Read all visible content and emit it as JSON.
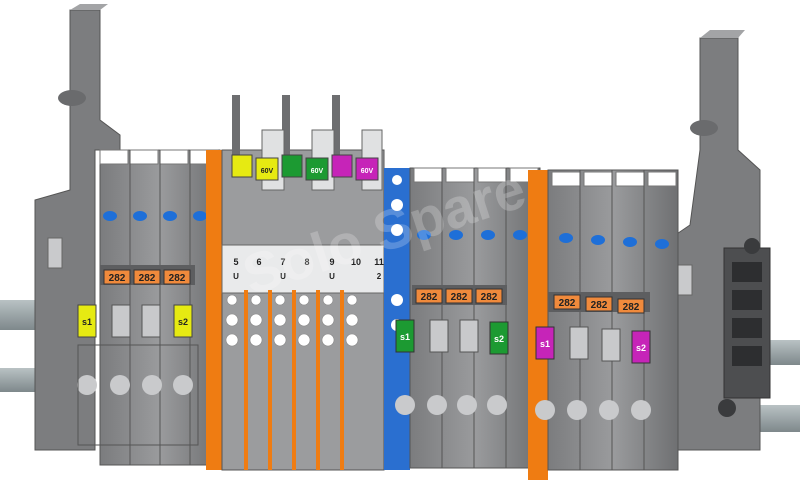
{
  "image": {
    "description_tags": [
      "din-rail-terminal-block-assembly",
      "3d-render"
    ],
    "watermark_text": "Solo Spare",
    "colors": {
      "housing": "#8a8b8c",
      "housing_dark": "#5d5e60",
      "separator_orange": "#ef7c12",
      "separator_blue": "#2a6fd0",
      "marker_yellow": "#e6ea12",
      "marker_green": "#1c9a32",
      "marker_magenta": "#c624b8",
      "orange_label": "#f08a3c",
      "rail": "#9aa3a6"
    }
  },
  "left_group": {
    "count_labels": [
      "282",
      "282",
      "282"
    ],
    "marker_left": "s1",
    "marker_right": "s2"
  },
  "middle_group": {
    "top_markers": [
      "",
      "60V",
      "",
      "60V",
      "",
      "60V"
    ],
    "numbers": [
      "5",
      "6",
      "7",
      "8",
      "9",
      "10",
      "11"
    ],
    "number_subs": [
      "U",
      "",
      "U",
      "",
      "U",
      "",
      "2"
    ]
  },
  "right_group_a": {
    "count_labels": [
      "282",
      "282",
      "282"
    ],
    "marker_left": "s1",
    "marker_right": "s2"
  },
  "right_group_b": {
    "count_labels": [
      "282",
      "282",
      "282"
    ],
    "marker_left": "s1",
    "marker_right": "s2"
  }
}
